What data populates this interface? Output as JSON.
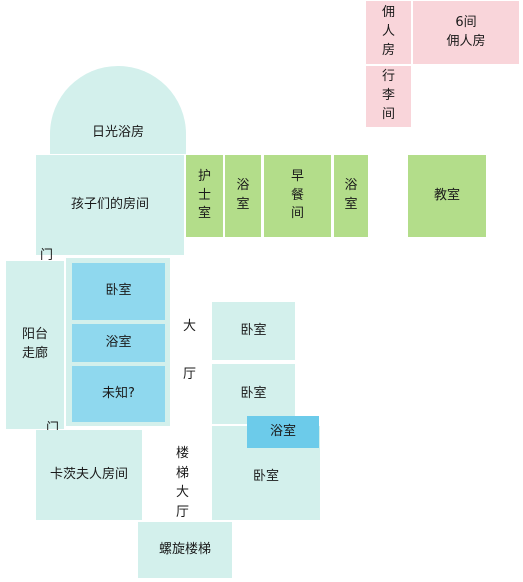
{
  "rooms": {
    "servant_room": "佣\n人\n房",
    "servant_room_6": "6间\n佣人房",
    "luggage_room": "行\n李\n间",
    "sunroom": "日光浴房",
    "nurse_room": "护\n士\n室",
    "bath_1": "浴\n室",
    "breakfast_room": "早\n餐\n间",
    "bath_2": "浴\n室",
    "classroom": "教室",
    "children_room": "孩子们的房间",
    "balcony": "阳台\n走廊",
    "bedroom_blue": "卧室",
    "bath_blue": "浴室",
    "unknown_room": "未知?",
    "bedroom_1": "卧室",
    "bedroom_2": "卧室",
    "bath_small": "浴室",
    "bedroom_3": "卧室",
    "mrs_carvers_room": "卡茨夫人房间",
    "spiral_stairs": "螺旋楼梯"
  },
  "labels": {
    "door_top": "门",
    "door_bottom": "门",
    "hall_da": "大",
    "hall_ting": "厅",
    "stair_hall": "楼\n梯\n大\n厅"
  },
  "colors": {
    "pink": "#f9d5da",
    "mint": "#d3f0ec",
    "green": "#b3dd8a",
    "blue": "#8fd8ee"
  }
}
